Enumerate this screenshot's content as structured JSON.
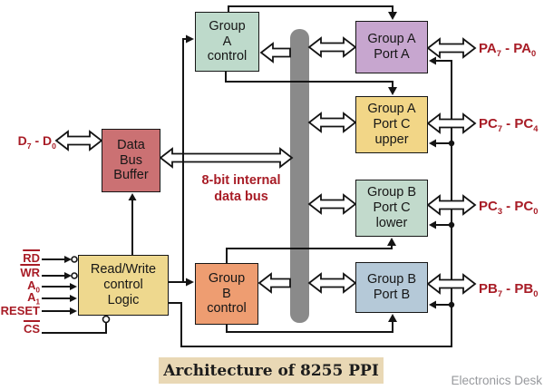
{
  "caption": "Architecture of 8255 PPI",
  "watermark": "Electronics Desk",
  "bus": {
    "label": "8-bit internal\ndata bus"
  },
  "blocks": {
    "group_a_control": {
      "label": "Group\nA\ncontrol",
      "color": "#bedacb"
    },
    "data_bus_buffer": {
      "label": "Data\nBus\nBuffer",
      "color": "#cb7173"
    },
    "rw_control_logic": {
      "label": "Read/Write\ncontrol\nLogic",
      "color": "#eed88e"
    },
    "group_b_control": {
      "label": "Group\nB\ncontrol",
      "color": "#ee9d71"
    },
    "port_a": {
      "label": "Group A\nPort A",
      "color": "#c7a6cf"
    },
    "port_c_upper": {
      "label": "Group A\nPort C\nupper",
      "color": "#f2d687"
    },
    "port_c_lower": {
      "label": "Group B\nPort C\nlower",
      "color": "#c2dacc"
    },
    "port_b": {
      "label": "Group B\nPort B",
      "color": "#b5c9d8"
    }
  },
  "left_pins": {
    "data": {
      "base1": "D",
      "sub1": "7",
      "sep": " - ",
      "base2": "D",
      "sub2": "0"
    },
    "rd": "RD",
    "wr": "WR",
    "a0": {
      "base": "A",
      "sub": "0"
    },
    "a1": {
      "base": "A",
      "sub": "1"
    },
    "reset": "RESET",
    "cs": "CS"
  },
  "right_pins": {
    "pa": {
      "base1": "PA",
      "sub1": "7",
      "sep": " - ",
      "base2": "PA",
      "sub2": "0"
    },
    "pc_upper": {
      "base1": "PC",
      "sub1": "7",
      "sep": " - ",
      "base2": "PC",
      "sub2": "4"
    },
    "pc_lower": {
      "base1": "PC",
      "sub1": "3",
      "sep": " - ",
      "base2": "PC",
      "sub2": "0"
    },
    "pb": {
      "base1": "PB",
      "sub1": "7",
      "sep": " - ",
      "base2": "PB",
      "sub2": "0"
    }
  },
  "colors": {
    "pin_text": "#a81c26",
    "internal_bus": "#8a8a8a",
    "line": "#141414",
    "caption_background": "#e9d8b5",
    "watermark_text": "#97999d",
    "background": "#ffffff"
  }
}
